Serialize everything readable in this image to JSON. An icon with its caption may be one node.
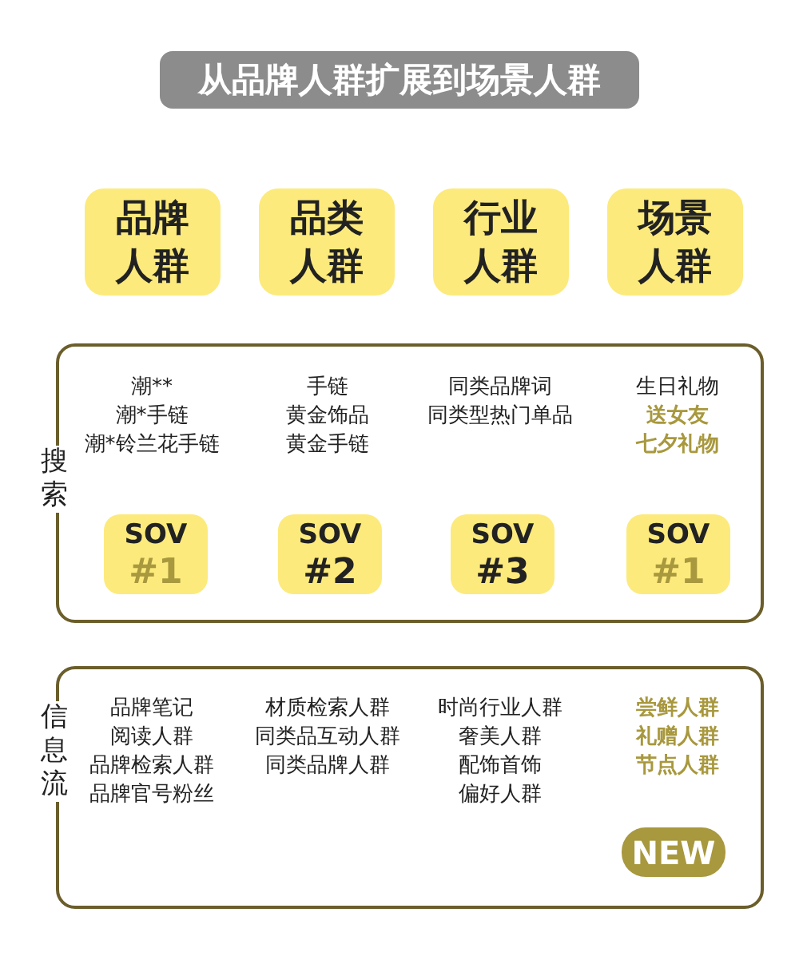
{
  "diagram": {
    "title": "从品牌人群扩展到场景人群",
    "nodes": [
      {
        "text": [
          "品牌人群"
        ]
      },
      {
        "text": [
          "品类人群"
        ]
      },
      {
        "text": [
          "行业人群"
        ]
      },
      {
        "text": [
          "场景人群"
        ]
      },
      {
        "text": [
          "搜索"
        ]
      },
      {
        "text": [
          "SOV",
          "#1"
        ],
        "in": 4
      },
      {
        "text": [
          "SOV",
          "#2"
        ],
        "in": 4
      },
      {
        "text": [
          "SOV",
          "#3"
        ],
        "in": 4
      },
      {
        "text": [
          "SOV",
          "#1"
        ],
        "in": 4
      },
      {
        "text": [
          "信息流"
        ]
      },
      {
        "text": [
          "NEW"
        ],
        "in": 9
      }
    ],
    "labels": [
      "潮**",
      "潮*手链",
      "潮*铃兰花手链",
      "手链",
      "黄金饰品",
      "黄金手链",
      "同类品牌词",
      "同类型热门单品",
      "生日礼物",
      "送女友",
      "七夕礼物",
      "品牌笔记",
      "阅读人群",
      "品牌检索人群",
      "品牌官号粉丝",
      "材质检索人群",
      "同类品互动人群",
      "同类品牌人群",
      "时尚行业人群",
      "奢美人群",
      "配饰首饰",
      "偏好人群",
      "尝鲜人群",
      "礼赠人群",
      "节点人群"
    ]
  }
}
